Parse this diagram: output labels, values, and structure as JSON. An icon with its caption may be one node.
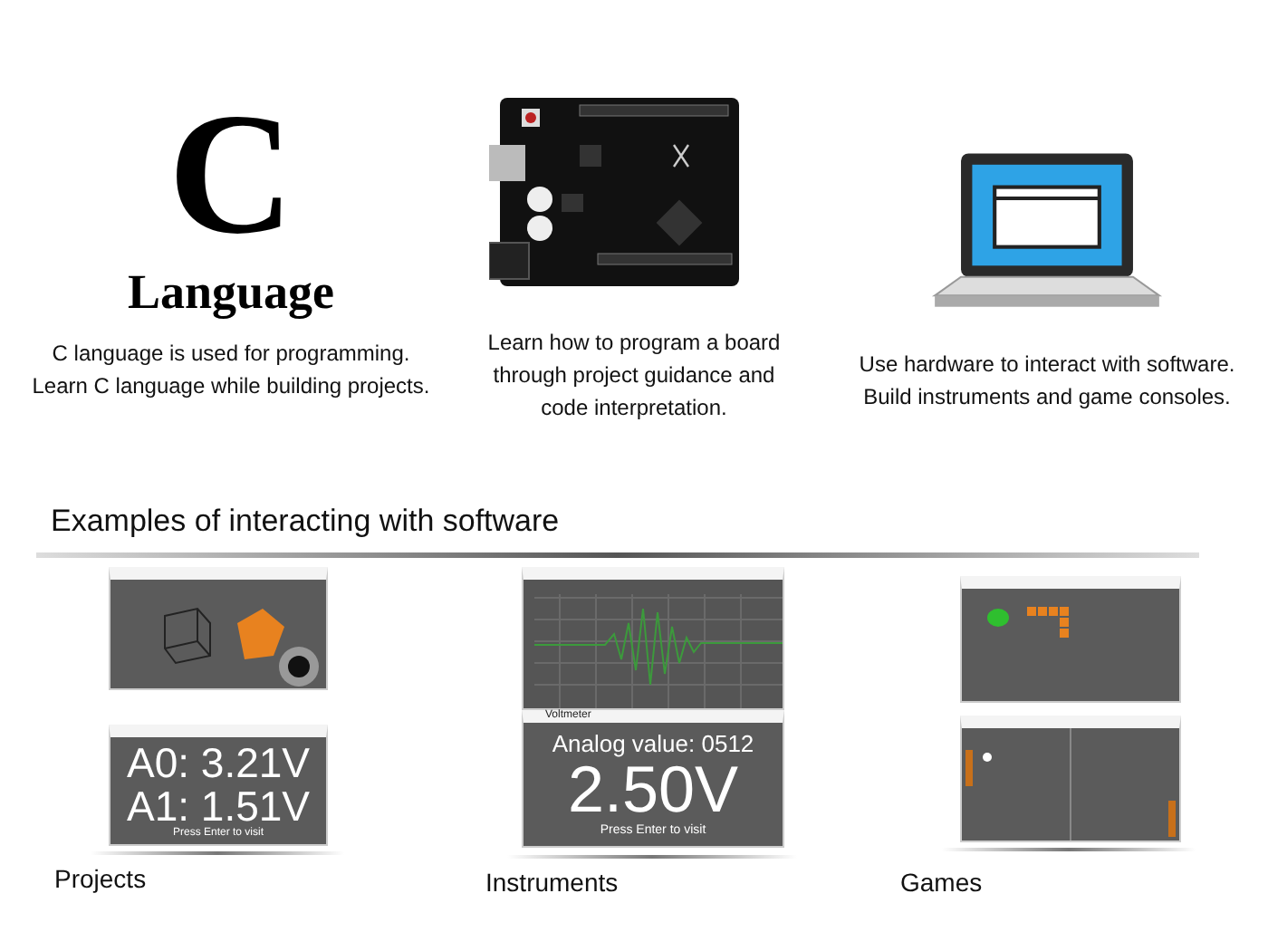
{
  "diagram": {
    "nodes": [
      {
        "text": [
          "C",
          "Language"
        ],
        "beside": [
          "C language is used for programming. Learn C language while building projects."
        ]
      },
      {
        "text": [],
        "shape": "picture",
        "beside": [
          "Learn how to program a board through project guidance and code interpretation."
        ]
      },
      {
        "text": [],
        "shape": "picture",
        "beside": [
          "Use hardware to interact with software. Build instruments and game consoles."
        ]
      },
      {
        "text": [],
        "shape": "picture"
      },
      {
        "text": [
          "A0: 3.21V",
          "A1: 1.51V",
          "Press Enter to visit"
        ]
      },
      {
        "text": [],
        "shape": "picture"
      },
      {
        "text": [
          "Voltmeter",
          "Analog value: 0512",
          "2.50V",
          "Press Enter to visit"
        ]
      },
      {
        "text": [],
        "shape": "picture"
      },
      {
        "text": [],
        "shape": "picture"
      }
    ],
    "edges": [],
    "labels": [
      "Examples of interacting with software",
      "Projects",
      "Instruments",
      "Games"
    ]
  }
}
